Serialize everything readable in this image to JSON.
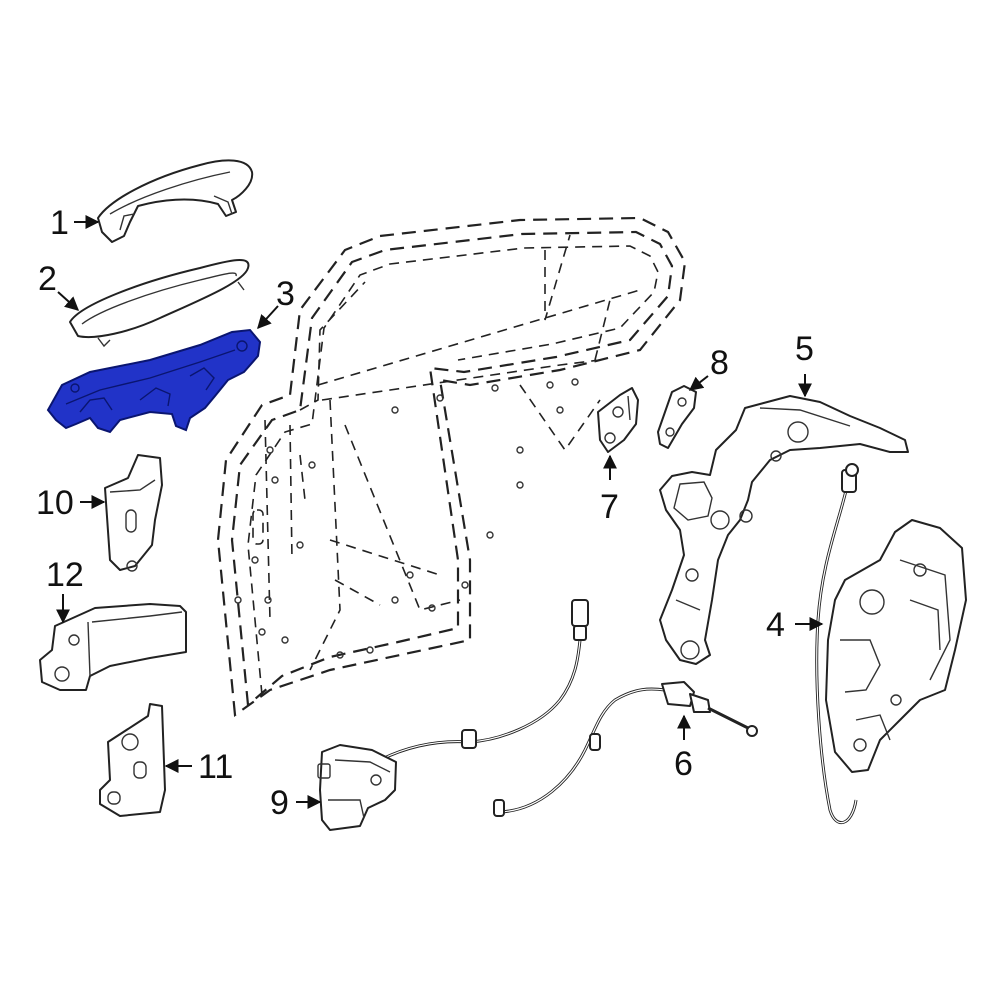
{
  "callouts": [
    {
      "id": "1",
      "text": "1"
    },
    {
      "id": "2",
      "text": "2"
    },
    {
      "id": "3",
      "text": "3"
    },
    {
      "id": "4",
      "text": "4"
    },
    {
      "id": "5",
      "text": "5"
    },
    {
      "id": "6",
      "text": "6"
    },
    {
      "id": "7",
      "text": "7"
    },
    {
      "id": "8",
      "text": "8"
    },
    {
      "id": "9",
      "text": "9"
    },
    {
      "id": "10",
      "text": "10"
    },
    {
      "id": "11",
      "text": "11"
    },
    {
      "id": "12",
      "text": "12"
    }
  ],
  "highlight_color": "#2133c8",
  "highlighted_part": "3"
}
